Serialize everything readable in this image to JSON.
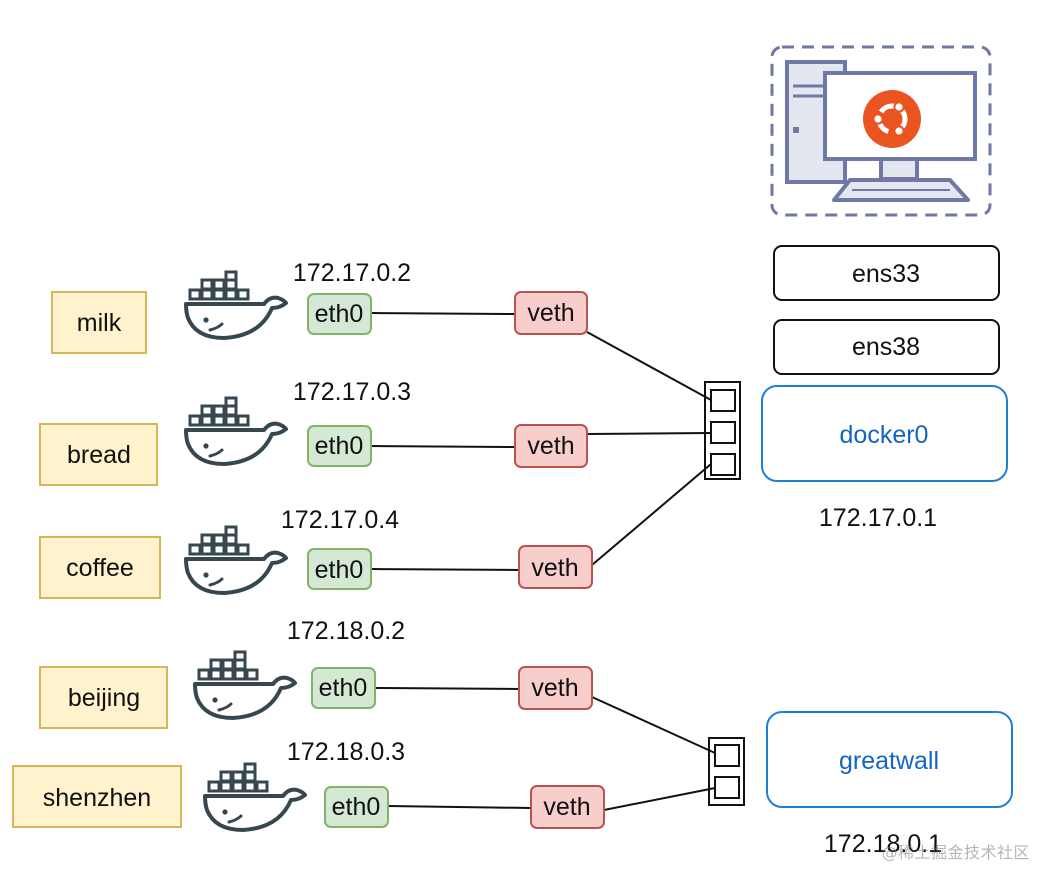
{
  "containers": [
    {
      "name": "milk",
      "ip": "172.17.0.2",
      "eth": "eth0",
      "veth": "veth"
    },
    {
      "name": "bread",
      "ip": "172.17.0.3",
      "eth": "eth0",
      "veth": "veth"
    },
    {
      "name": "coffee",
      "ip": "172.17.0.4",
      "eth": "eth0",
      "veth": "veth"
    },
    {
      "name": "beijing",
      "ip": "172.18.0.2",
      "eth": "eth0",
      "veth": "veth"
    },
    {
      "name": "shenzhen",
      "ip": "172.18.0.3",
      "eth": "eth0",
      "veth": "veth"
    }
  ],
  "host": {
    "nics": [
      "ens33",
      "ens38"
    ],
    "os_icon": "ubuntu-logo-icon",
    "computer_icon": "desktop-computer-icon"
  },
  "bridges": [
    {
      "name": "docker0",
      "ip": "172.17.0.1",
      "ports": 3
    },
    {
      "name": "greatwall",
      "ip": "172.18.0.1",
      "ports": 2
    }
  ],
  "watermark": "@稀土掘金技术社区",
  "colors": {
    "name_fill": "#fff2cc",
    "name_stroke": "#d6b656",
    "eth_fill": "#d5e8d4",
    "eth_stroke": "#82b366",
    "veth_fill": "#f8cecc",
    "veth_stroke": "#b85450",
    "bridge_stroke": "#1e7fd8",
    "bridge_text": "#1565c0",
    "host_outline": "#7079a6",
    "ubuntu_orange": "#e95420",
    "docker_icon": "#37474f"
  }
}
